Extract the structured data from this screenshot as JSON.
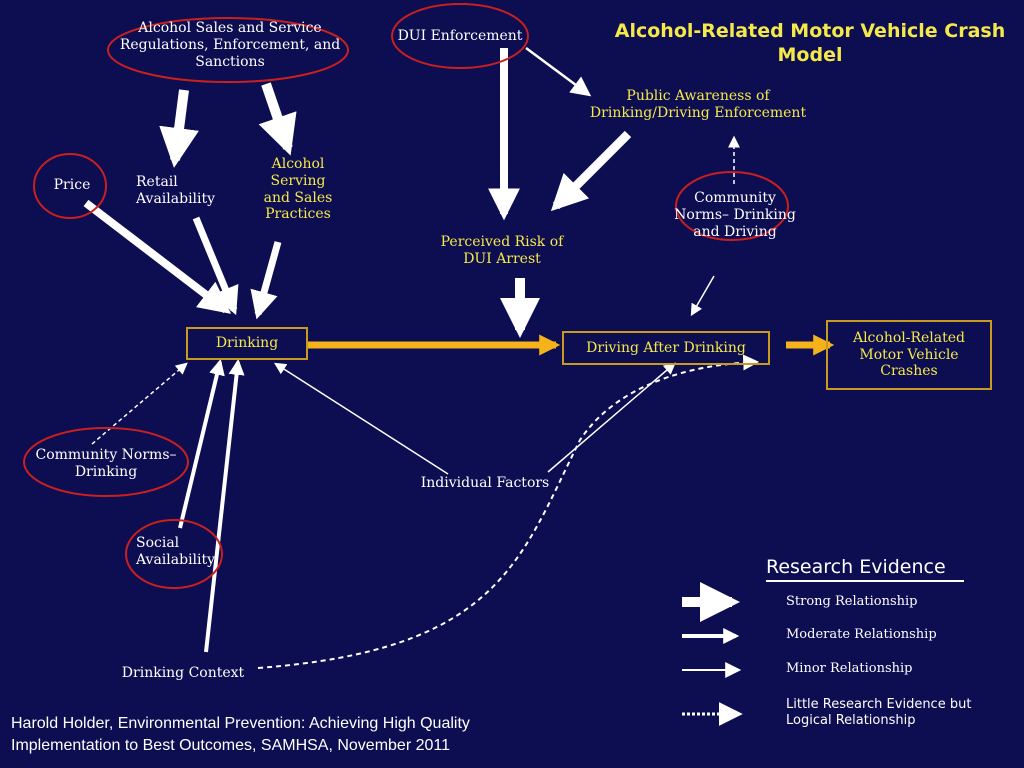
{
  "title": "Alcohol-Related Motor Vehicle Crash Model",
  "nodes": {
    "alcohol_sales": "Alcohol Sales and Service Regulations, Enforcement, and Sanctions",
    "dui_enforcement": "DUI Enforcement",
    "public_awareness": "Public Awareness of Drinking/Driving Enforcement",
    "price": "Price",
    "retail_availability": "Retail Availability",
    "alcohol_serving": "Alcohol Serving and Sales Practices",
    "community_norms_driving": "Community Norms– Drinking and Driving",
    "perceived_risk": "Perceived Risk of DUI Arrest",
    "drinking": "Drinking",
    "driving_after_drinking": "Driving After Drinking",
    "crashes": "Alcohol-Related Motor Vehicle Crashes",
    "community_norms_drinking": "Community Norms– Drinking",
    "individual_factors": "Individual Factors",
    "social_availability": "Social Availability",
    "drinking_context": "Drinking Context"
  },
  "legend": {
    "title": "Research Evidence",
    "items": [
      {
        "label": "Strong Relationship",
        "style": "strong"
      },
      {
        "label": "Moderate Relationship",
        "style": "moderate"
      },
      {
        "label": "Minor Relationship",
        "style": "minor"
      },
      {
        "label": "Little Research Evidence but Logical Relationship",
        "style": "dashed"
      }
    ]
  },
  "citation": {
    "line1": "Harold Holder, Environmental Prevention: Achieving High Quality",
    "line2": "Implementation to Best Outcomes, SAMHSA, November 2011"
  },
  "colors": {
    "background": "#0d0d52",
    "title": "#f5e94a",
    "highlight_label": "#f5e94a",
    "box_border": "#c89a1e",
    "main_arrow": "#f5b21a",
    "circle": "#c8201e",
    "arrow": "#ffffff"
  }
}
